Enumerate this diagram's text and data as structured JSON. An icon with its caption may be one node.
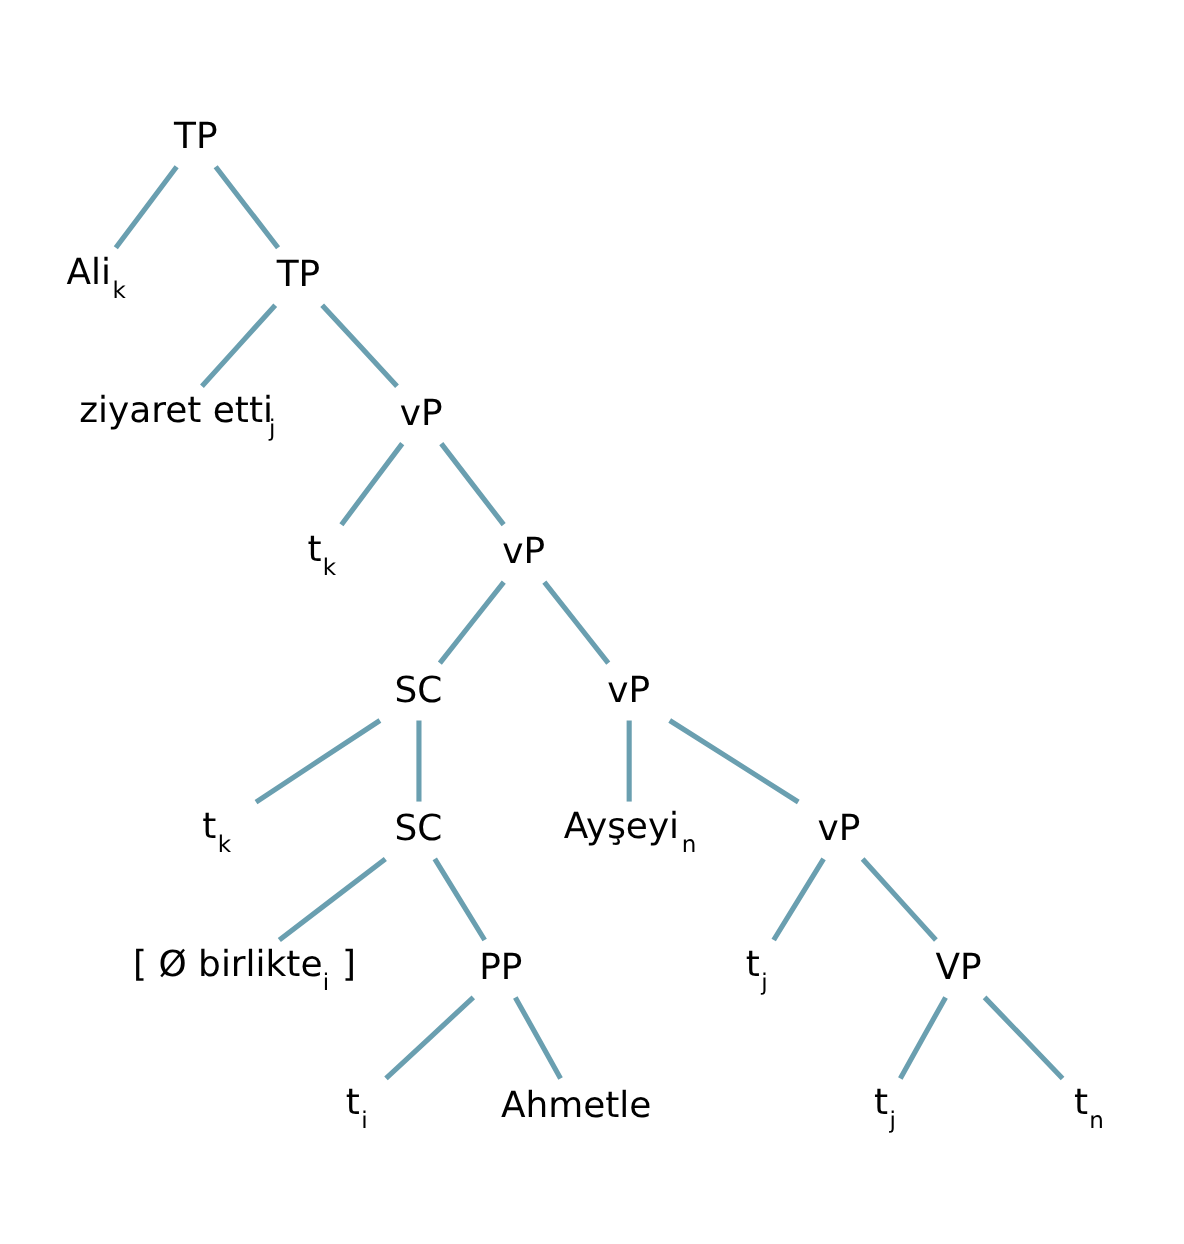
{
  "diagram": {
    "nodes": [
      {
        "text": [
          "TP"
        ]
      },
      {
        "text": [
          "Ali$_{k}$"
        ]
      },
      {
        "text": [
          "TP"
        ]
      },
      {
        "text": [
          "ziyaret etti$_{j}$"
        ]
      },
      {
        "text": [
          "vP"
        ]
      },
      {
        "text": [
          "t$_{k}$"
        ]
      },
      {
        "text": [
          "vP"
        ]
      },
      {
        "text": [
          "SC"
        ]
      },
      {
        "text": [
          "vP"
        ]
      },
      {
        "text": [
          "t$_{k}$"
        ]
      },
      {
        "text": [
          "SC"
        ]
      },
      {
        "text": [
          "[ Ø birlikte$_{i}$ ]"
        ]
      },
      {
        "text": [
          "PP"
        ]
      },
      {
        "text": [
          "t$_{i}$"
        ]
      },
      {
        "text": [
          "Ahmetle"
        ]
      },
      {
        "text": [
          "Ayşeyi$_{n}$"
        ]
      },
      {
        "text": [
          "vP"
        ]
      },
      {
        "text": [
          "t$_{j}$"
        ]
      },
      {
        "text": [
          "VP"
        ]
      },
      {
        "text": [
          "t$_{j}$"
        ]
      },
      {
        "text": [
          "t$_{n}$"
        ]
      }
    ],
    "edges": [
      {
        "from": 0,
        "to": 1,
        "arrow": "none"
      },
      {
        "from": 0,
        "to": 2,
        "arrow": "none"
      },
      {
        "from": 2,
        "to": 3,
        "arrow": "none"
      },
      {
        "from": 2,
        "to": 4,
        "arrow": "none"
      },
      {
        "from": 4,
        "to": 5,
        "arrow": "none"
      },
      {
        "from": 4,
        "to": 6,
        "arrow": "none"
      },
      {
        "from": 6,
        "to": 7,
        "arrow": "none"
      },
      {
        "from": 6,
        "to": 8,
        "arrow": "none"
      },
      {
        "from": 7,
        "to": 9,
        "arrow": "none"
      },
      {
        "from": 7,
        "to": 10,
        "arrow": "none"
      },
      {
        "from": 10,
        "to": 11,
        "arrow": "none"
      },
      {
        "from": 10,
        "to": 12,
        "arrow": "none"
      },
      {
        "from": 12,
        "to": 13,
        "arrow": "none"
      },
      {
        "from": 12,
        "to": 14,
        "arrow": "none"
      },
      {
        "from": 8,
        "to": 15,
        "arrow": "none"
      },
      {
        "from": 8,
        "to": 16,
        "arrow": "none"
      },
      {
        "from": 16,
        "to": 17,
        "arrow": "none"
      },
      {
        "from": 16,
        "to": 18,
        "arrow": "none"
      },
      {
        "from": 18,
        "to": 19,
        "arrow": "none"
      },
      {
        "from": 18,
        "to": 20,
        "arrow": "none"
      }
    ]
  }
}
